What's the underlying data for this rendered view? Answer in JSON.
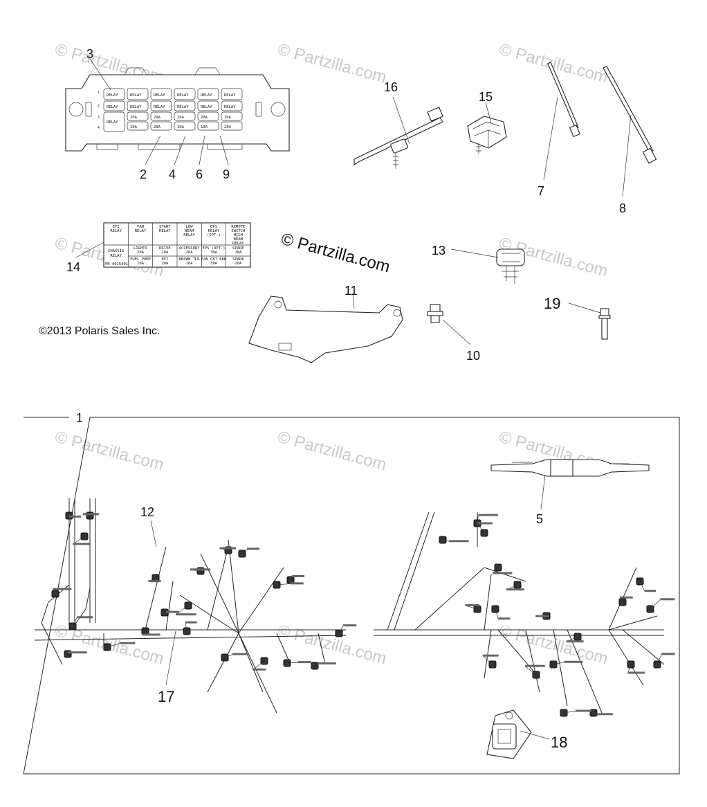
{
  "copyright": "©2013 Polaris Sales Inc.",
  "watermark": "© Partzilla.com",
  "callouts": [
    "1",
    "2",
    "3",
    "4",
    "5",
    "6",
    "7",
    "8",
    "9",
    "10",
    "11",
    "12",
    "13",
    "14",
    "15",
    "16",
    "17",
    "18",
    "19"
  ],
  "fuse_box": {
    "row_labels": [
      "1",
      "2",
      "3",
      "4"
    ],
    "relays": [
      "RELAY",
      "RELAY",
      "RELAY",
      "RELAY",
      "RELAY",
      "RELAY"
    ],
    "row2": [
      "RELAY",
      "RELAY",
      "RELAY",
      "RELAY",
      "RELAY",
      "RELAY"
    ],
    "row3_left": "RELAY",
    "row3": [
      "20A",
      "20A",
      "20A",
      "20A",
      "10A"
    ],
    "row4": [
      "10A",
      "20A",
      "10A",
      "10A",
      "20A"
    ]
  },
  "label_table": {
    "row1": [
      "EFI\nRELAY",
      "FAN\nRELAY",
      "START\nRELAY",
      "LOW\nBEAM\nRELAY",
      "EPS\nRELAY\n(OPT.)",
      "REMOTE\nSWITCH\nHIGH\nBEAM\nRELAY"
    ],
    "row2_left": "CHASSIS\nRELAY",
    "row2": [
      "LIGHTS\n20A",
      "DRIVE\n20A",
      "ACCESSORY\n20A",
      "EPS (OPT.)\n30A",
      "SPARE\n10A"
    ],
    "row3": [
      "FUEL PUMP\n10A",
      "EFI\n20A",
      "KNOWN TLR\n10A",
      "FAN CKT BRK\n30A",
      "SPARE\n20A"
    ],
    "part_no": "PN 4015401"
  }
}
